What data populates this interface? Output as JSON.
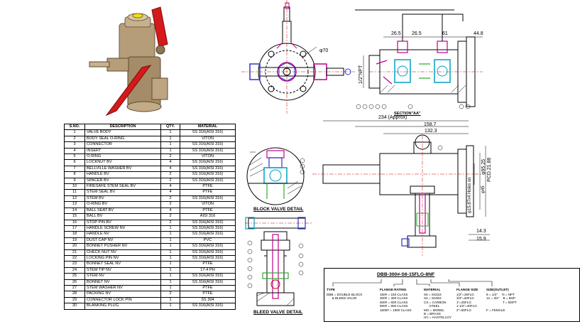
{
  "labels": {
    "section": "SECTION\"AA\"",
    "block_valve_detail": "BLOCK VALVE DETAIL",
    "bleed_valve_detail": "BLEED VALVE DETAIL"
  },
  "dimensions": {
    "d_26_5_a": "26.5",
    "d_26_5_b": "26.5",
    "d_61": "61",
    "d_44_8": "44.8",
    "d_234": "234 (Approx)",
    "d_158_7": "158.7",
    "d_132_3": "132.3",
    "d_14_3": "14.3",
    "d_15_9": "15.9",
    "d_phi70": "φ70",
    "d_npt": "1/2\"NPT",
    "d_pcd": "PCD.21.88",
    "d_phi95": "φ95.25",
    "d_phi45": "φ45",
    "d_holes": "φ15.87x4 Holes on"
  },
  "bom": {
    "headers": [
      "S.NO.",
      "DESCRIPTION",
      "QTY.",
      "MATERIAL"
    ],
    "rows": [
      [
        "1",
        "VALVE BODY",
        "1",
        "SS 316(AISI 316)"
      ],
      [
        "2",
        "BODY SEAL O-RING",
        "1",
        "VITON"
      ],
      [
        "3",
        "CONNECTOR",
        "1",
        "SS 316(AISI 316)"
      ],
      [
        "4",
        "INSERT",
        "1",
        "SS 316(AISI 316)"
      ],
      [
        "5",
        "O-RING",
        "2",
        "VITON"
      ],
      [
        "6",
        "LOCKNUT BV",
        "4",
        "SS 316(AISI 316)"
      ],
      [
        "7",
        "BELLVILLE WASHER BV",
        "4",
        "SS 316(AISI 316)"
      ],
      [
        "8",
        "HANDLE BV",
        "2",
        "SS 316(AISI 316)"
      ],
      [
        "9",
        "SPACER BV",
        "2",
        "SS 316(AISI 316)"
      ],
      [
        "10",
        "FIRESAFE STEM SEAL BV",
        "4",
        "PTFE"
      ],
      [
        "11",
        "STEM SEAL BV",
        "4",
        "PTFE"
      ],
      [
        "12",
        "STEM BV",
        "2",
        "SS 316(AISI 316)"
      ],
      [
        "13",
        "O-RING BV",
        "2",
        "VITON"
      ],
      [
        "14",
        "BALL SEAT BV",
        "4",
        "PTFE"
      ],
      [
        "15",
        "BALL BV",
        "2",
        "AISI 316"
      ],
      [
        "16",
        "STOP PIN BV",
        "2",
        "SS 316(AISI 316)"
      ],
      [
        "17",
        "HANDLE SCREW NV",
        "1",
        "SS 316(AISI 316)"
      ],
      [
        "18",
        "HANDLE NV",
        "1",
        "SS 316(AISI 316)"
      ],
      [
        "19",
        "DUST CAP NV",
        "1",
        "PVC"
      ],
      [
        "20",
        "BONNET PUSHER NV",
        "1",
        "SS 316(AISI 316)"
      ],
      [
        "21",
        "CHECK NUT NV",
        "1",
        "SS 316(AISI 316)"
      ],
      [
        "22",
        "LOCKING PIN NV",
        "1",
        "SS 316(AISI 316)"
      ],
      [
        "23",
        "BONNET SEAL NV",
        "1",
        "PTFE"
      ],
      [
        "24",
        "STEM TIP NV",
        "1",
        "17-4 PH"
      ],
      [
        "25",
        "STEM NV",
        "1",
        "SS 316(AISI 316)"
      ],
      [
        "26",
        "BONNET NV",
        "1",
        "SS 316(AISI 316)"
      ],
      [
        "27",
        "STEM WASHER NV",
        "1",
        "PTFE"
      ],
      [
        "28",
        "PACKING NV",
        "2",
        "PTFE"
      ],
      [
        "29",
        "CONNECTOR LOCK PIN",
        "1",
        "SS 304"
      ],
      [
        "30",
        "BLANKING PLUG",
        "1",
        "SS 316(AISI 316)"
      ]
    ]
  },
  "ordering": {
    "code": "DBB-300#-S6-15FLG-8NF",
    "type_head": "TYPE",
    "type_body": "DBB = DOUBLE BLOCK\n      & BLEED VALVE",
    "rating_head": "FLANGE RATING",
    "rating_body": "150# = 150 CLASS\n300# = 300 CLASS\n600# = 600 CLASS\n900# = 900 CLASS\n1500# = 1500 CLASS",
    "material_head": "MATERIAL",
    "material_body": "S6 = SS316\nS4 = SS304\nCS = CARBON\n      STEEL\nMO = MONEL\nB = BRASS\nHC = HASTELLOY",
    "flange_head": "FLANGE SIZE",
    "flange_body": "1/2\"=15FLG\n3/4\"=20FLG\n1\"=25FLG\n1-1/2\"=40FLG\n2\"=50FLG",
    "outlet_head": "SIZE(OUTLET)",
    "outlet_body": "8 = 1/2\"     N = NPT\n12 = 3/4\"    B = BSP\n                  T = BSPT\n\nF = FEMALE"
  }
}
